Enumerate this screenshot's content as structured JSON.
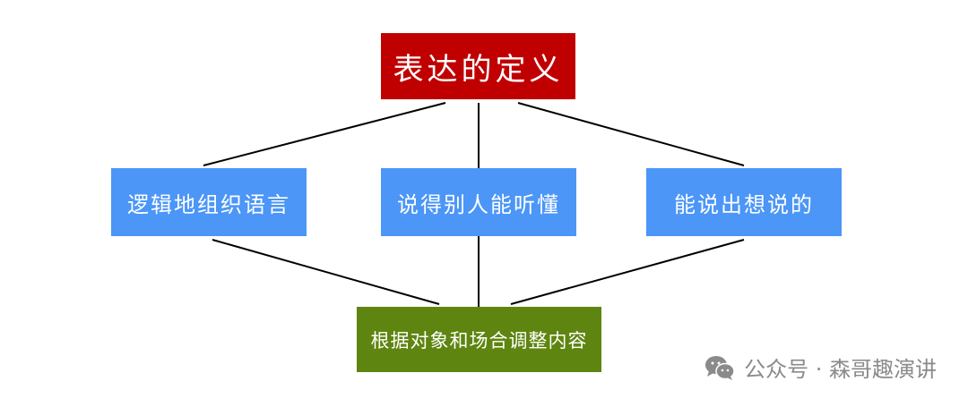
{
  "colors": {
    "top_box": "#c00000",
    "mid_box": "#4b96f7",
    "bottom_box": "#5e850f",
    "line": "#000000",
    "watermark": "#8a8a8a"
  },
  "nodes": {
    "top": "表达的定义",
    "mid": [
      "逻辑地组织语言",
      "说得别人能听懂",
      "能说出想说的"
    ],
    "bottom": "根据对象和场合调整内容"
  },
  "watermark": {
    "icon": "wechat-icon",
    "text": "公众号 · 森哥趣演讲"
  }
}
